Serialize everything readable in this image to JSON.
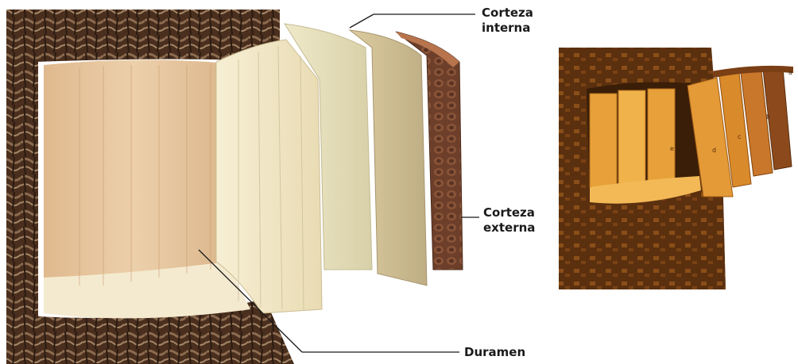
{
  "labels": {
    "inner_bark": [
      "Corteza",
      "interna"
    ],
    "outer_bark": [
      "Corteza",
      "externa"
    ],
    "heartwood": "Duramen"
  },
  "inset": {
    "markers": [
      "a",
      "b",
      "c",
      "d",
      "e"
    ]
  },
  "colors": {
    "bark_dark": "#3b2416",
    "bark_mid": "#6e4b33",
    "bark_light": "#9a7a5c",
    "heartwood": "#e8c9a2",
    "sapwood": "#f2e7c6",
    "cambium": "#eae2bf",
    "phloem": "#d9c79b",
    "outer_bark": "#7a4b34",
    "inset_bark": "#6b3a14",
    "inset_wood": "#e8a13a",
    "inset_wood_dark": "#c77a22"
  }
}
